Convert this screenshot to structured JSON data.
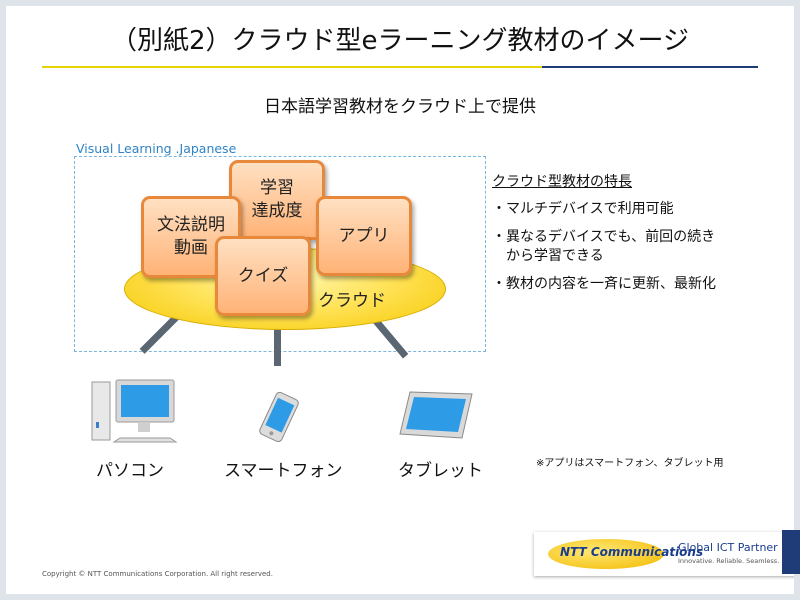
{
  "title": "（別紙2）クラウド型eラーニング教材のイメージ",
  "subtitle": "日本語学習教材をクラウド上で提供",
  "diagram": {
    "frame_label": "Visual Learning .Japanese",
    "cloud_label": "クラウド",
    "cards": {
      "grammar_line1": "文法説明",
      "grammar_line2": "動画",
      "achievement_line1": "学習",
      "achievement_line2": "達成度",
      "app": "アプリ",
      "quiz": "クイズ"
    },
    "colors": {
      "card_border": "#e8883a",
      "cloud": "#ffe35a",
      "frame": "#7ab6de"
    }
  },
  "features": {
    "title": "クラウド型教材の特長",
    "items": [
      "・マルチデバイスで利用可能",
      "・異なるデバイスでも、前回の続き",
      "から学習できる",
      "・教材の内容を一斉に更新、最新化"
    ]
  },
  "devices": {
    "pc": "パソコン",
    "smartphone": "スマートフォン",
    "tablet": "タブレット"
  },
  "note": "※アプリはスマートフォン、タブレット用",
  "footer": {
    "copyright": "Copyright © NTT Communications Corporation. All right reserved.",
    "logo_company": "NTT Communications",
    "logo_partner": "Global ICT Partner",
    "logo_tagline": "Innovative. Reliable. Seamless."
  }
}
